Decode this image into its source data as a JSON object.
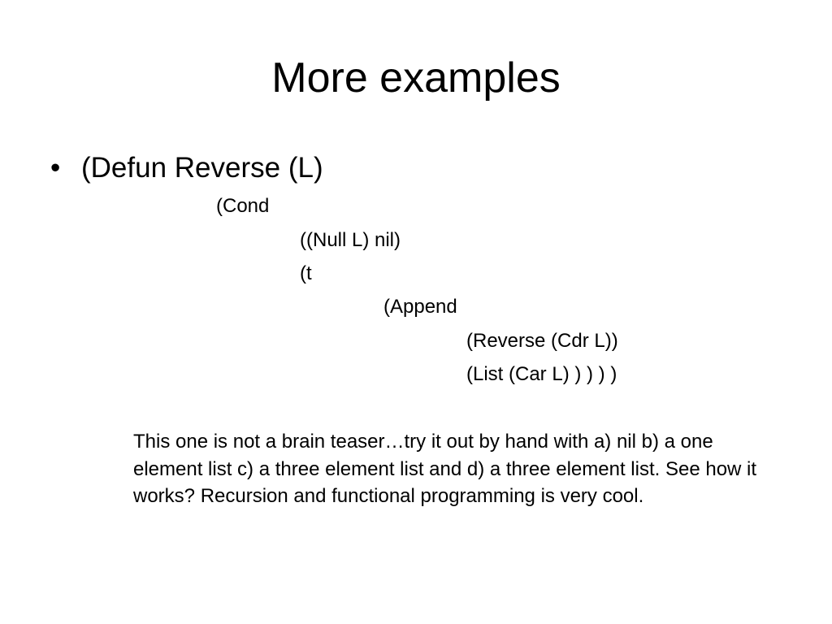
{
  "slide": {
    "title": "More examples",
    "bullet": {
      "symbol": "•",
      "text": "(Defun Reverse (L)"
    },
    "code_lines": [
      "(Cond",
      "((Null L) nil)",
      "(t",
      "(Append",
      "(Reverse (Cdr L))",
      "(List (Car L) ) ) ) )"
    ],
    "note": "This one is not a brain teaser…try it out by hand with a) nil b) a one element list c) a three element list and d) a three element list. See how it works? Recursion and functional programming is very cool."
  }
}
